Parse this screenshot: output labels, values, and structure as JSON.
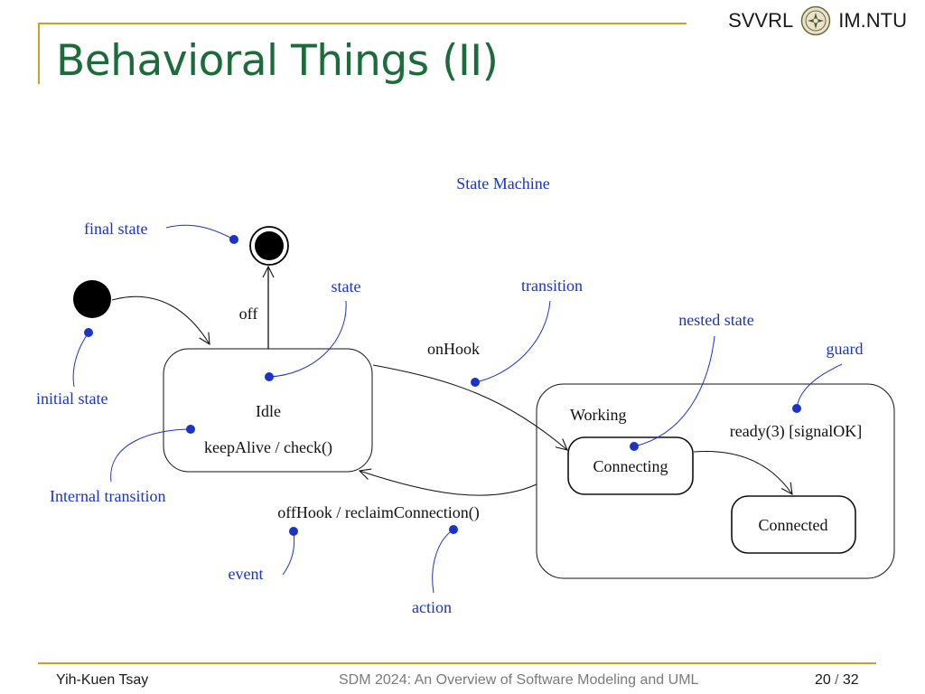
{
  "header": {
    "org_left": "SVVRL",
    "org_right": "IM.NTU",
    "seal_icon": "university-seal-icon",
    "title": "Behavioral Things (II)"
  },
  "diagram": {
    "caption": "State Machine",
    "states": {
      "idle": "Idle",
      "idle_internal": "keepAlive / check()",
      "working": "Working",
      "connecting": "Connecting",
      "connected": "Connected"
    },
    "transitions": {
      "off": "off",
      "on_hook": "onHook",
      "off_hook": "offHook / reclaimConnection()",
      "ready": "ready(3) [signalOK]"
    },
    "annotations": {
      "final_state": "final state",
      "initial_state": "initial state",
      "state": "state",
      "transition": "transition",
      "nested_state": "nested state",
      "guard": "guard",
      "internal_transition": "Internal transition",
      "event": "event",
      "action": "action"
    }
  },
  "footer": {
    "author": "Yih-Kuen Tsay",
    "course": "SDM 2024: An Overview of Software Modeling and UML",
    "page": "20",
    "separator": "/",
    "total": "32"
  },
  "colors": {
    "accent": "#c9a227",
    "title": "#1c6b3a",
    "annotation": "#1a33c9"
  }
}
